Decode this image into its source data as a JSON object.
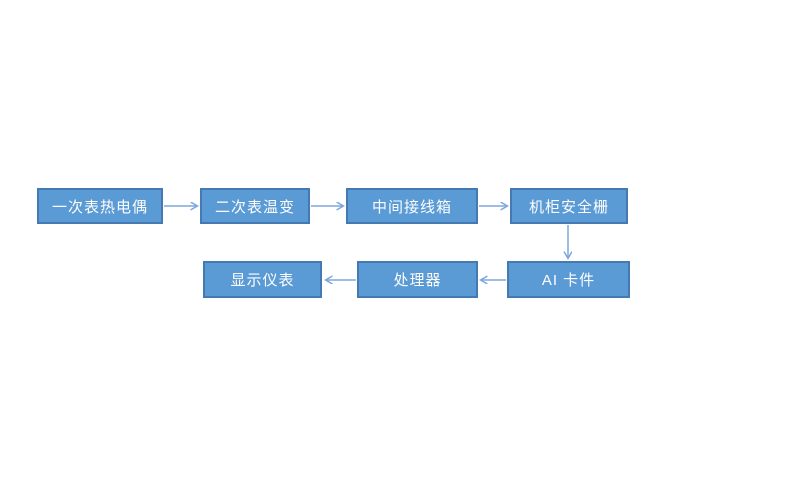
{
  "diagram": {
    "type": "flowchart",
    "background": "#ffffff",
    "colors": {
      "node_fill": "#5b9bd5",
      "node_border": "#4579b2",
      "node_text": "#fdfdfd",
      "arrow": "#7da7dc"
    },
    "nodes": [
      {
        "id": "primary-thermocouple",
        "label": "一次表热电偶"
      },
      {
        "id": "secondary-transmitter",
        "label": "二次表温变"
      },
      {
        "id": "junction-box",
        "label": "中间接线箱"
      },
      {
        "id": "safety-barrier",
        "label": "机柜安全栅"
      },
      {
        "id": "ai-card",
        "label": "AI 卡件"
      },
      {
        "id": "processor",
        "label": "处理器"
      },
      {
        "id": "display-instrument",
        "label": "显示仪表"
      }
    ],
    "connections": [
      {
        "from": "一次表热电偶",
        "to": "二次表温变",
        "direction": "right"
      },
      {
        "from": "二次表温变",
        "to": "中间接线箱",
        "direction": "right"
      },
      {
        "from": "中间接线箱",
        "to": "机柜安全栅",
        "direction": "right"
      },
      {
        "from": "机柜安全栅",
        "to": "AI 卡件",
        "direction": "down"
      },
      {
        "from": "AI 卡件",
        "to": "处理器",
        "direction": "left"
      },
      {
        "from": "处理器",
        "to": "显示仪表",
        "direction": "left"
      }
    ]
  }
}
